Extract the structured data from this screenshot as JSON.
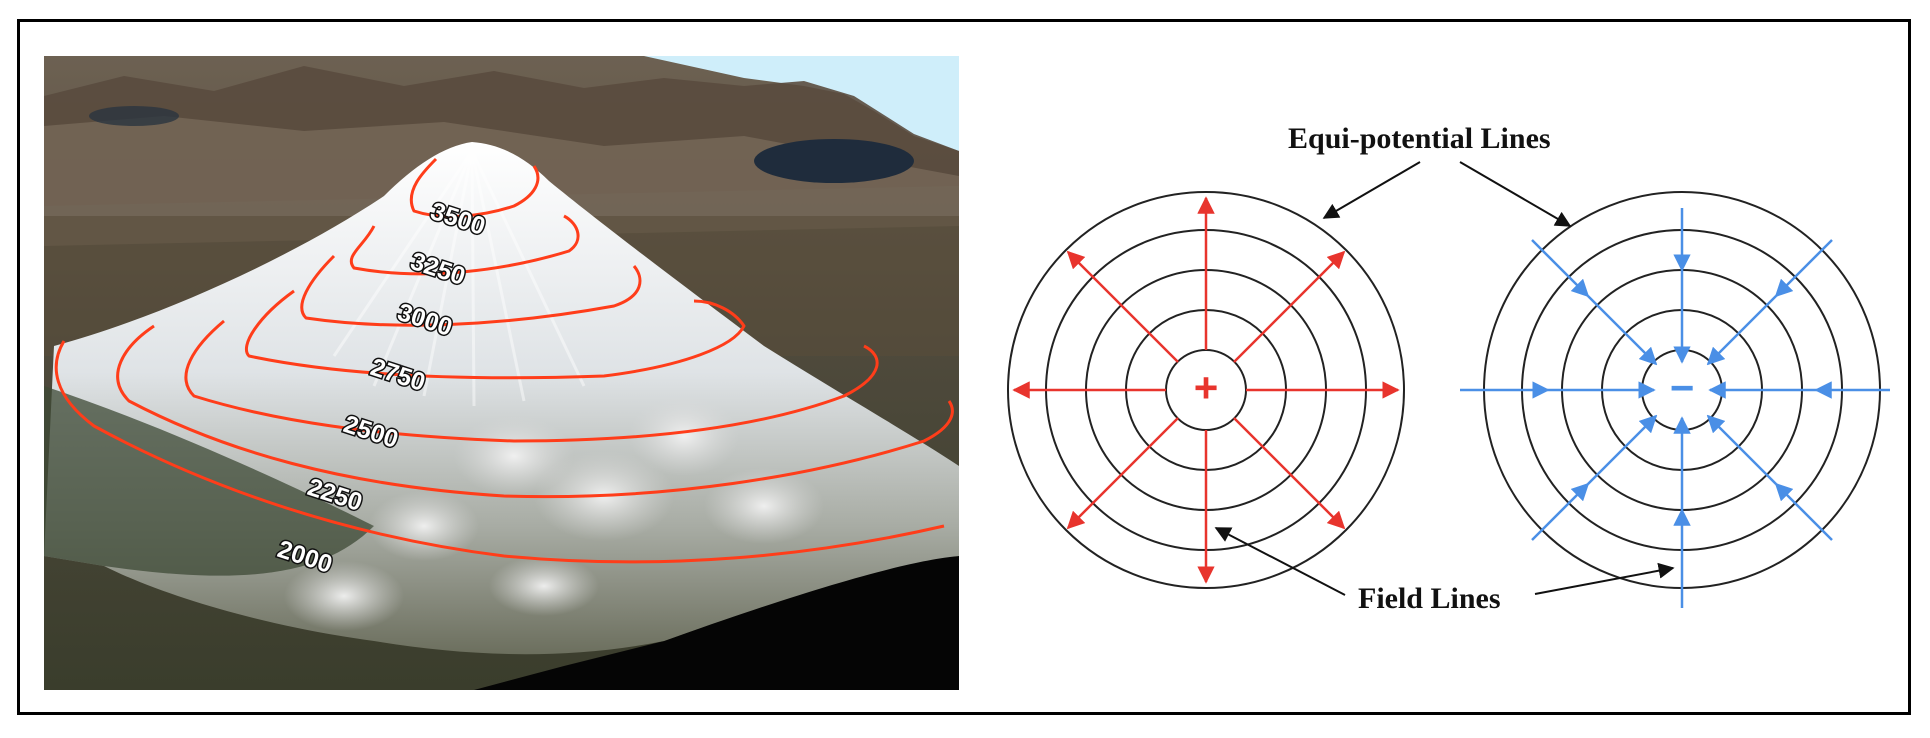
{
  "mountain_view": {
    "contour_labels": [
      "3500",
      "3250",
      "3000",
      "2750",
      "2500",
      "2250",
      "2000"
    ],
    "colors": {
      "contour": "#ff3d1a",
      "sky": "#cfeefa",
      "lake": "#1f2c3c",
      "snow": "#eef0f2"
    }
  },
  "field_diagram": {
    "equipotential_label": "Equi-potential Lines",
    "field_lines_label": "Field Lines",
    "positive_charge": {
      "sign": "+",
      "color": "#e8342d"
    },
    "negative_charge": {
      "sign": "−",
      "color": "#4a8fe6"
    }
  }
}
